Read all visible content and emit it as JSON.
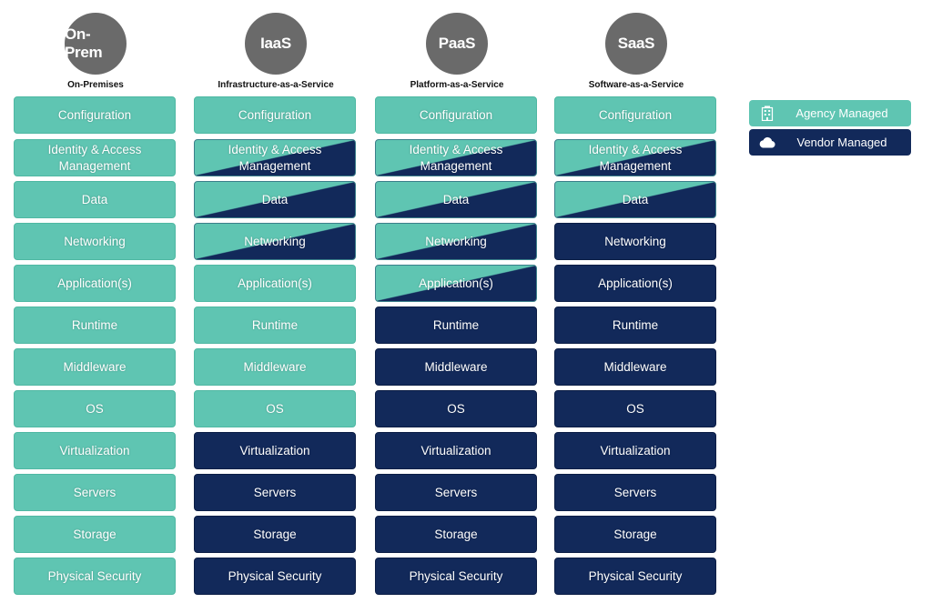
{
  "colors": {
    "agency": "#5fc5b2",
    "vendor": "#12295a",
    "circle": "#6a6a6a"
  },
  "legend": [
    {
      "label": "Agency Managed",
      "status": "agency",
      "icon": "building-icon"
    },
    {
      "label": "Vendor Managed",
      "status": "vendor",
      "icon": "cloud-icon"
    }
  ],
  "models": [
    {
      "id": "on-prem",
      "short": "On-Prem",
      "full": "On-Premises",
      "rows": [
        {
          "label": "Configuration",
          "status": "agency"
        },
        {
          "label": "Identity & Access Management",
          "status": "agency"
        },
        {
          "label": "Data",
          "status": "agency"
        },
        {
          "label": "Networking",
          "status": "agency"
        },
        {
          "label": "Application(s)",
          "status": "agency"
        },
        {
          "label": "Runtime",
          "status": "agency"
        },
        {
          "label": "Middleware",
          "status": "agency"
        },
        {
          "label": "OS",
          "status": "agency"
        },
        {
          "label": "Virtualization",
          "status": "agency"
        },
        {
          "label": "Servers",
          "status": "agency"
        },
        {
          "label": "Storage",
          "status": "agency"
        },
        {
          "label": "Physical Security",
          "status": "agency"
        }
      ]
    },
    {
      "id": "iaas",
      "short": "IaaS",
      "full": "Infrastructure-as-a-Service",
      "rows": [
        {
          "label": "Configuration",
          "status": "agency"
        },
        {
          "label": "Identity & Access Management",
          "status": "shared"
        },
        {
          "label": "Data",
          "status": "shared"
        },
        {
          "label": "Networking",
          "status": "shared"
        },
        {
          "label": "Application(s)",
          "status": "agency"
        },
        {
          "label": "Runtime",
          "status": "agency"
        },
        {
          "label": "Middleware",
          "status": "agency"
        },
        {
          "label": "OS",
          "status": "agency"
        },
        {
          "label": "Virtualization",
          "status": "vendor"
        },
        {
          "label": "Servers",
          "status": "vendor"
        },
        {
          "label": "Storage",
          "status": "vendor"
        },
        {
          "label": "Physical Security",
          "status": "vendor"
        }
      ]
    },
    {
      "id": "paas",
      "short": "PaaS",
      "full": "Platform-as-a-Service",
      "rows": [
        {
          "label": "Configuration",
          "status": "agency"
        },
        {
          "label": "Identity & Access Management",
          "status": "shared"
        },
        {
          "label": "Data",
          "status": "shared"
        },
        {
          "label": "Networking",
          "status": "shared"
        },
        {
          "label": "Application(s)",
          "status": "shared"
        },
        {
          "label": "Runtime",
          "status": "vendor"
        },
        {
          "label": "Middleware",
          "status": "vendor"
        },
        {
          "label": "OS",
          "status": "vendor"
        },
        {
          "label": "Virtualization",
          "status": "vendor"
        },
        {
          "label": "Servers",
          "status": "vendor"
        },
        {
          "label": "Storage",
          "status": "vendor"
        },
        {
          "label": "Physical Security",
          "status": "vendor"
        }
      ]
    },
    {
      "id": "saas",
      "short": "SaaS",
      "full": "Software-as-a-Service",
      "rows": [
        {
          "label": "Configuration",
          "status": "agency"
        },
        {
          "label": "Identity & Access Management",
          "status": "shared"
        },
        {
          "label": "Data",
          "status": "shared"
        },
        {
          "label": "Networking",
          "status": "vendor"
        },
        {
          "label": "Application(s)",
          "status": "vendor"
        },
        {
          "label": "Runtime",
          "status": "vendor"
        },
        {
          "label": "Middleware",
          "status": "vendor"
        },
        {
          "label": "OS",
          "status": "vendor"
        },
        {
          "label": "Virtualization",
          "status": "vendor"
        },
        {
          "label": "Servers",
          "status": "vendor"
        },
        {
          "label": "Storage",
          "status": "vendor"
        },
        {
          "label": "Physical Security",
          "status": "vendor"
        }
      ]
    }
  ]
}
